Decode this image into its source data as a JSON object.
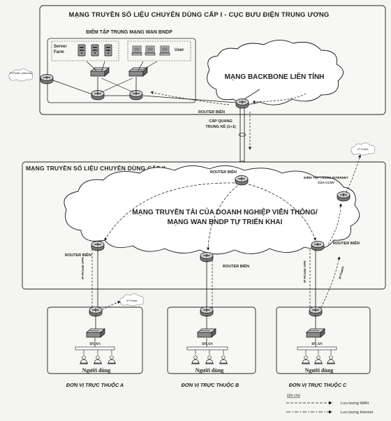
{
  "central": {
    "title": "MẠNG TRUYỀN SỐ LIỆU CHUYÊN DÙNG CẤP I - CỤC BƯU ĐIỆN TRUNG ƯƠNG",
    "wan_hub_label": "ĐIỂM TẬP TRUNG MẠNG WAN BNDP",
    "server_farm_label": "Server Farm",
    "user_label": "User",
    "backbone_label": "MẠNG BACKBONE LIÊN TỈNH",
    "edge_router_label": "ROUTER BIÊN",
    "internet_cloud_label": "IP Public (Internet)",
    "fiber_label": "CÁP QUANG TRUNG KẾ (1+1)"
  },
  "level2": {
    "title": "MẠNG TRUYỀN SỐ LIỆU CHUYÊN DÙNG CẤP II",
    "edge_router_label": "ROUTER BIÊN",
    "cloud_line1": "MẠNG TRUYỀN TẢI CỦA DOANH NGHIỆP VIỄN THÔNG/",
    "cloud_line2": "MẠNG WAN BNDP TỰ TRIỂN KHAI",
    "internet_hub_label": "ĐIỂM TẬP TRUNG INTERNET CỦA CCNV",
    "internet_cloud_label": "IP Public",
    "router_a_label": "ROUTER BIÊN",
    "router_b_label": "ROUTER BIÊN",
    "router_c_label": "ROUTER BIÊN",
    "link_a_label": "IP Private VPN",
    "link_c_label": "IP Private VPN",
    "link_c_internet_label": "IP Public"
  },
  "units": [
    {
      "name": "ĐƠN VỊ TRỰC THUỘC A",
      "lan": "IPLAN",
      "users": "Người dùng",
      "internet_cloud": "IP Public"
    },
    {
      "name": "ĐƠN VỊ TRỰC THUỘC B",
      "lan": "IPLAN",
      "users": "Người dùng"
    },
    {
      "name": "ĐƠN VỊ TRỰC THUỘC C",
      "lan": "IPLAN",
      "users": "Người dùng"
    }
  ],
  "legend": {
    "title": "Ghi chú",
    "wan": "Lưu lượng WAN",
    "internet": "Lưu lượng Internet"
  }
}
